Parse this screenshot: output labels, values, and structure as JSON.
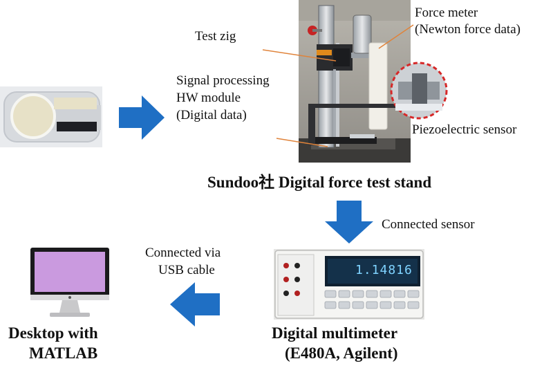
{
  "labels": {
    "test_zig": "Test zig",
    "force_meter_1": "Force meter",
    "force_meter_2": "(Newton force data)",
    "signal_1": "Signal processing",
    "signal_2": "HW module",
    "signal_3": "(Digital data)",
    "piezo": "Piezoelectric sensor",
    "stand_title": "Sundoo社 Digital force test stand",
    "connected_sensor": "Connected sensor",
    "usb_1": "Connected via",
    "usb_2": "USB cable",
    "desktop_1": "Desktop with",
    "desktop_2": "MATLAB",
    "dmm_1": "Digital multimeter",
    "dmm_2": "(E480A, Agilent)",
    "dmm_display": "1.14816"
  },
  "colors": {
    "arrow": "#1f6fc4",
    "leader": "#e0833a",
    "highlight_circle": "#d62828"
  },
  "icons": [
    "right-arrow-icon",
    "down-arrow-icon",
    "left-arrow-icon",
    "monitor-icon"
  ]
}
